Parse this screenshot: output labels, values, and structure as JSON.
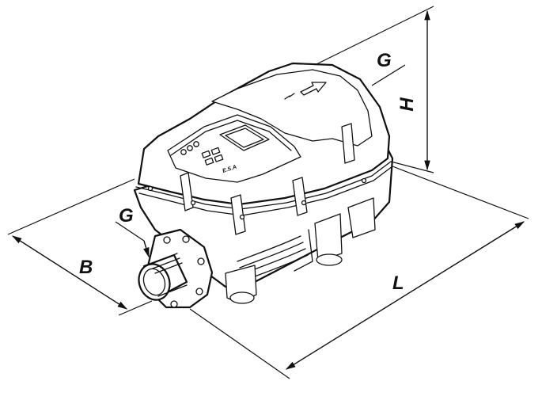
{
  "labels": {
    "height": "H",
    "length": "L",
    "width": "B",
    "outlet_thread": "G",
    "inlet_thread": "G"
  },
  "panel_text": "E.S.A",
  "colors": {
    "line": "#111111",
    "background": "#ffffff"
  }
}
